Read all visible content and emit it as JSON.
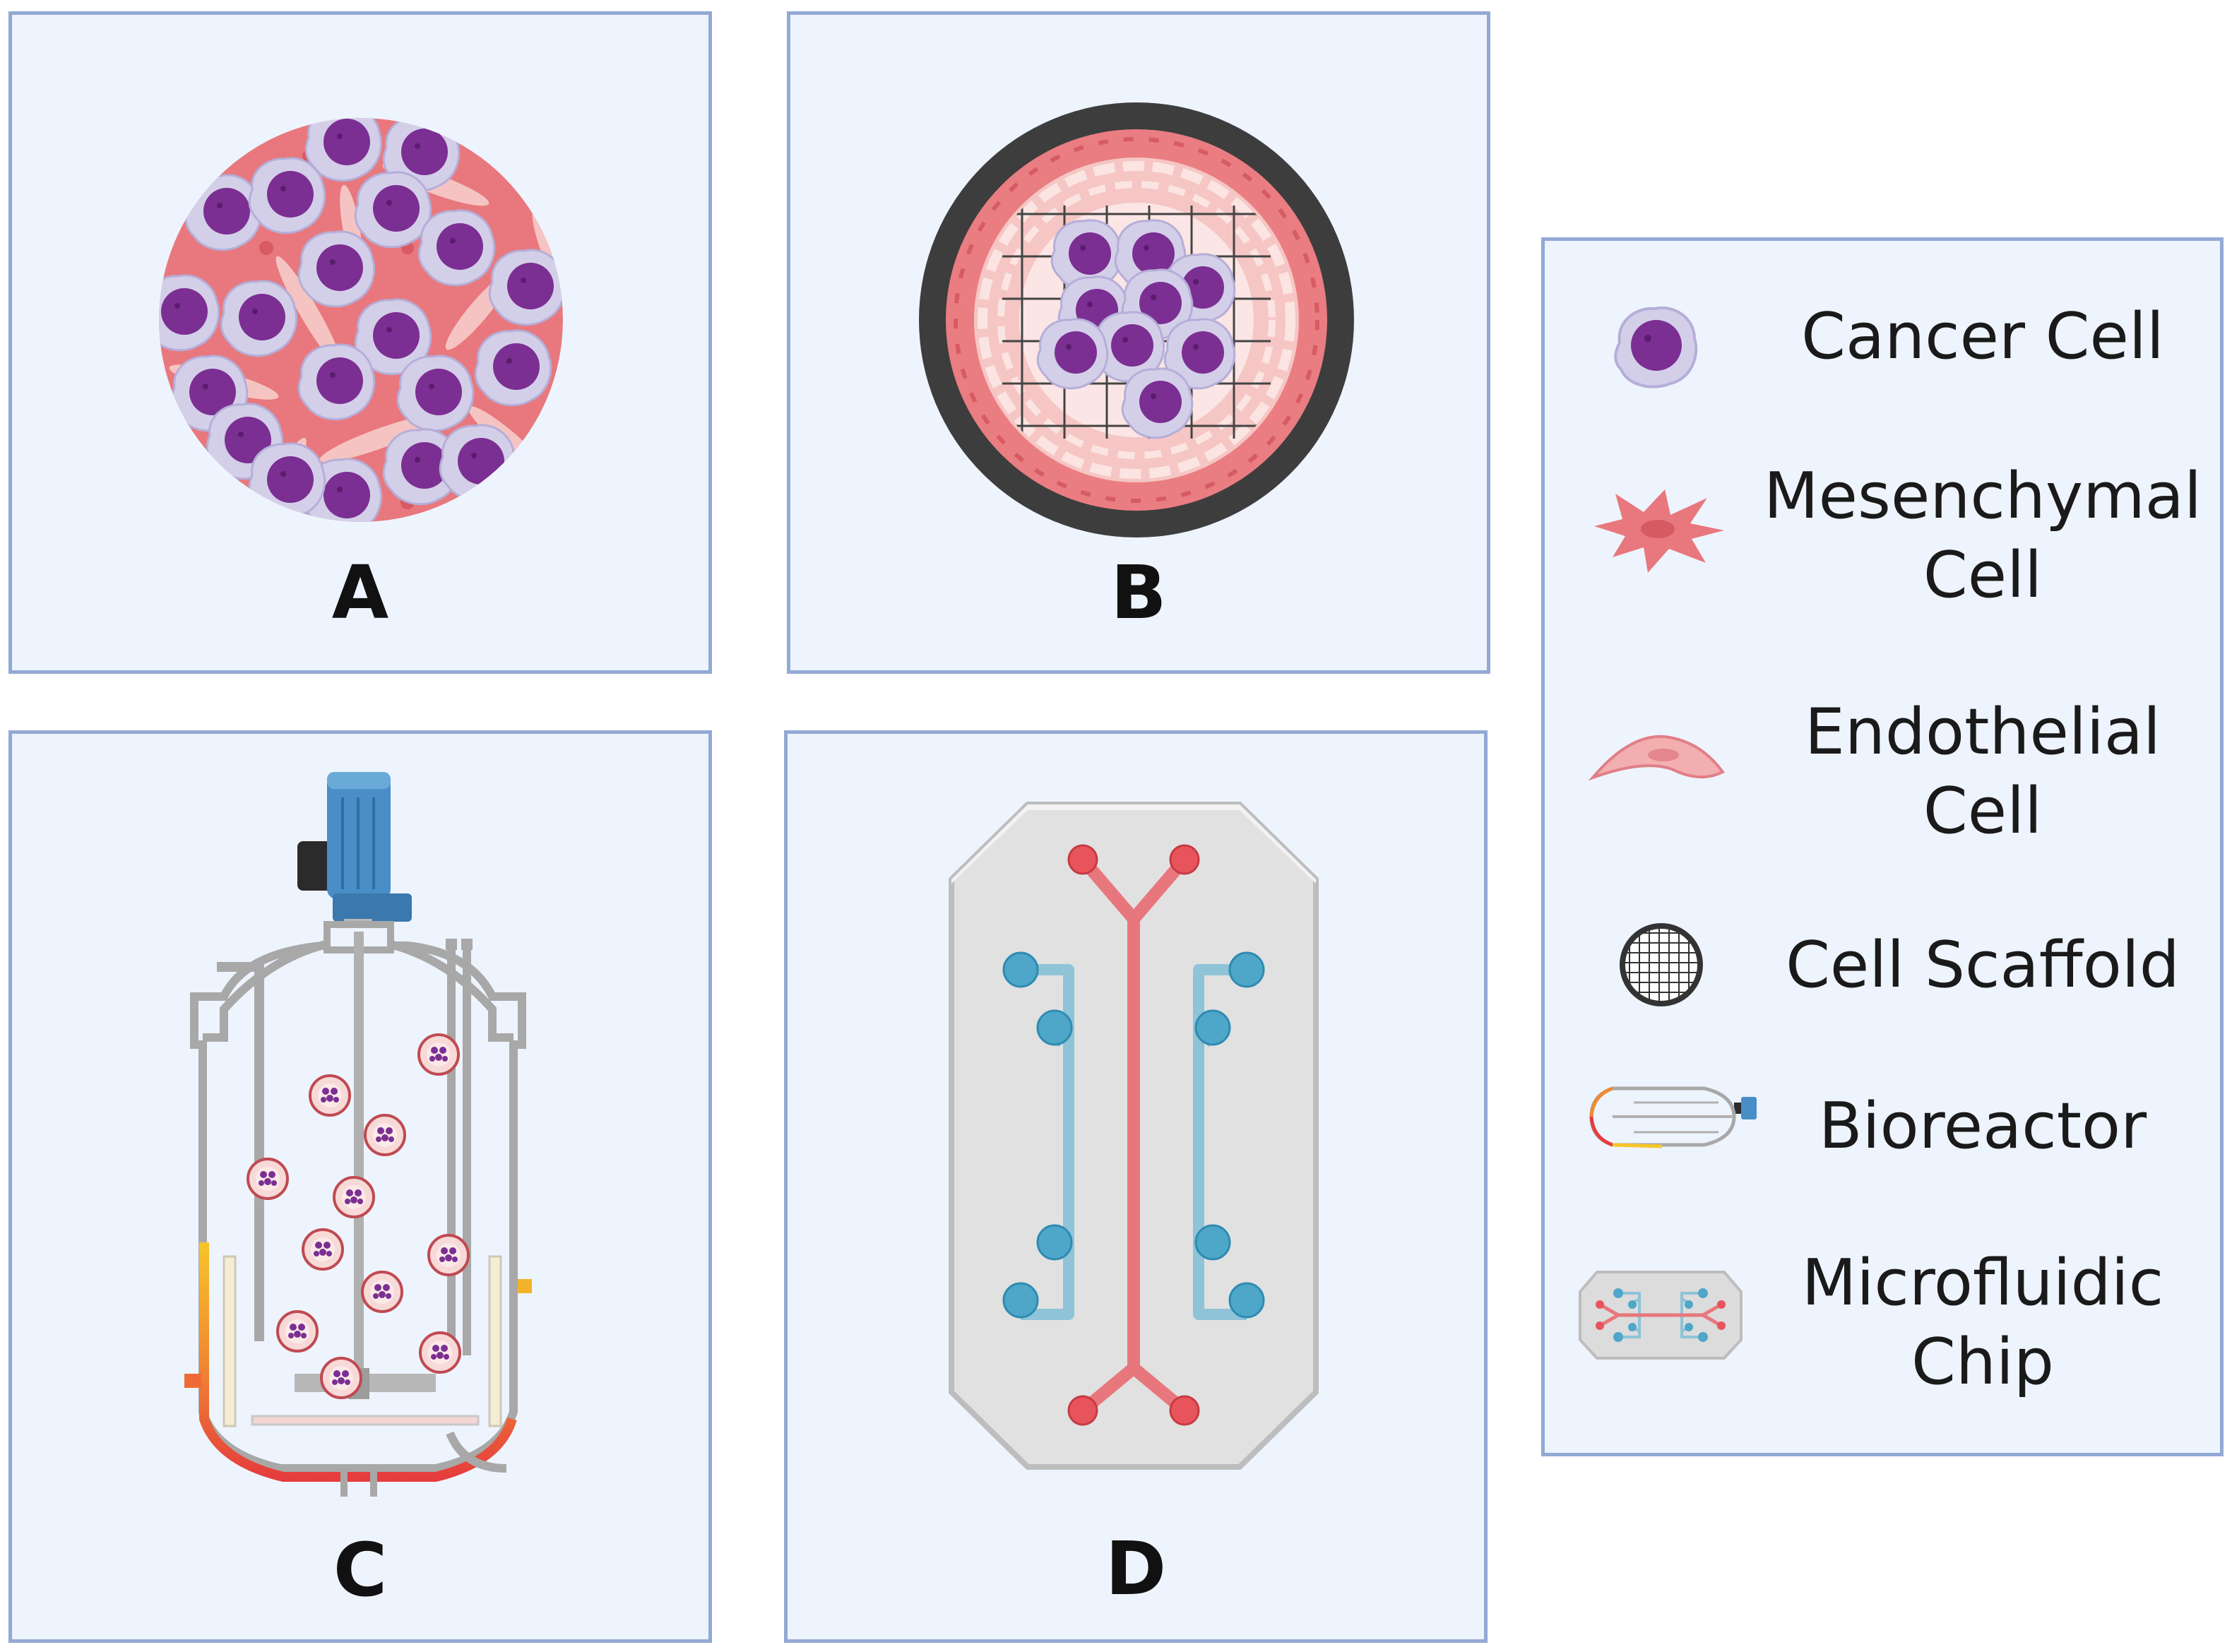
{
  "panels": {
    "a": {
      "label": "A"
    },
    "b": {
      "label": "B"
    },
    "c": {
      "label": "C"
    },
    "d": {
      "label": "D"
    }
  },
  "legend": {
    "items": [
      {
        "label": "Cancer Cell",
        "icon": "cancer-cell-icon"
      },
      {
        "label": "Mesenchymal\nCell",
        "icon": "mesenchymal-cell-icon"
      },
      {
        "label": "Endothelial\nCell",
        "icon": "endothelial-cell-icon"
      },
      {
        "label": "Cell Scaffold",
        "icon": "cell-scaffold-icon"
      },
      {
        "label": "Bioreactor",
        "icon": "bioreactor-icon"
      },
      {
        "label": "Microfluidic\nChip",
        "icon": "microfluidic-chip-icon"
      }
    ]
  },
  "colors": {
    "panel_bg": "#eef4fd",
    "panel_border": "#93a9d4",
    "cancer_cell": "#7b2f92",
    "mesenchymal_cell": "#e8787d",
    "endothelial_cell": "#f3b7b5",
    "channel_red": "#e8777d",
    "channel_blue": "#8ec3d8"
  }
}
